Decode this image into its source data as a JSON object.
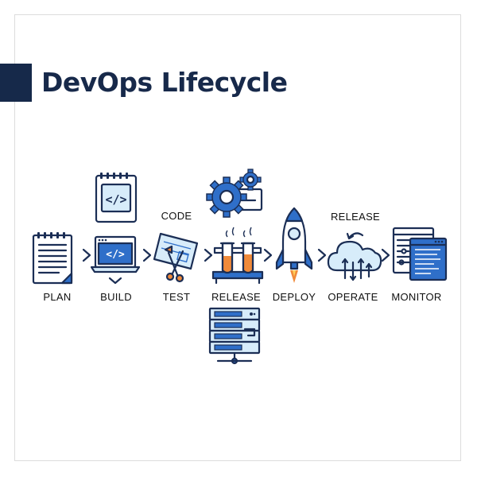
{
  "title": "DevOps Lifecycle",
  "stages": {
    "plan": "PLAN",
    "build": "BUILD",
    "test": "TEST",
    "release": "RELEASE",
    "deploy": "DEPLOY",
    "operate": "OPERATE",
    "monitor": "MONITOR"
  },
  "annotations": {
    "code": "CODE",
    "release_top": "RELEASE"
  },
  "code_glyph": "</>",
  "colors": {
    "navy": "#16294a",
    "blue": "#2f6fc9",
    "light_blue": "#d7ecfa",
    "orange": "#f08a3a"
  }
}
